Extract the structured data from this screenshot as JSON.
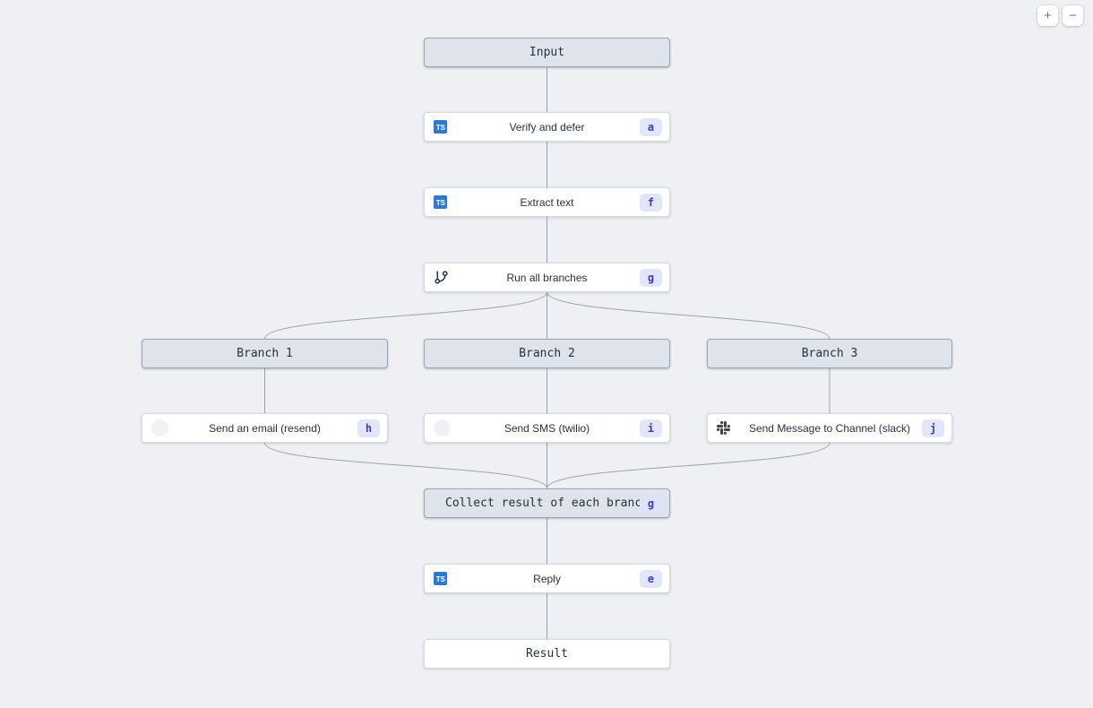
{
  "canvas": {
    "background_color": "#eef0f3",
    "edge_color": "#9aa3ad",
    "accent_badge_bg": "#e3e6fb",
    "accent_badge_text": "#3b3eae",
    "typescript_blue": "#3178c6"
  },
  "controls": {
    "zoom_in": "+",
    "zoom_out": "−"
  },
  "icons": {
    "typescript": "TS"
  },
  "nodes": {
    "input": {
      "label": "Input",
      "kind": "terminal"
    },
    "verify": {
      "label": "Verify and defer",
      "badge": "a",
      "icon": "typescript-icon"
    },
    "extract": {
      "label": "Extract text",
      "badge": "f",
      "icon": "typescript-icon"
    },
    "run_branches": {
      "label": "Run all branches",
      "badge": "g",
      "icon": "git-branch-icon"
    },
    "branch_1": {
      "label": "Branch 1",
      "kind": "branch-header"
    },
    "branch_2": {
      "label": "Branch 2",
      "kind": "branch-header"
    },
    "branch_3": {
      "label": "Branch 3",
      "kind": "branch-header"
    },
    "send_email": {
      "label": "Send an email (resend)",
      "badge": "h",
      "icon": "resend-icon"
    },
    "send_sms": {
      "label": "Send SMS (twilio)",
      "badge": "i",
      "icon": "twilio-icon"
    },
    "send_slack": {
      "label": "Send Message to Channel (slack)",
      "badge": "j",
      "icon": "slack-icon"
    },
    "collect": {
      "label": "Collect result of each branch",
      "badge": "g",
      "kind": "collector"
    },
    "reply": {
      "label": "Reply",
      "badge": "e",
      "icon": "typescript-icon"
    },
    "result": {
      "label": "Result",
      "kind": "terminal"
    }
  }
}
